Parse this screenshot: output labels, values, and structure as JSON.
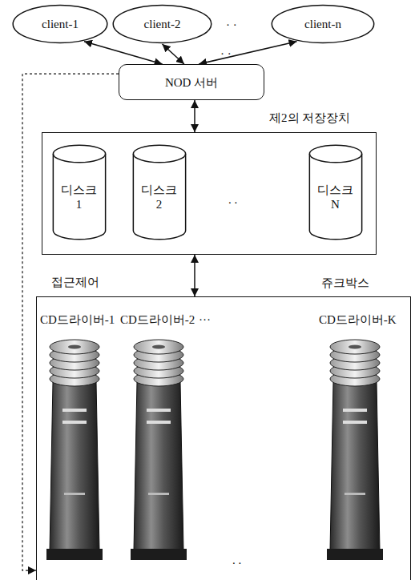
{
  "diagram": {
    "nodes": [
      {
        "text": [
          "client-1"
        ]
      },
      {
        "text": [
          "client-2"
        ]
      },
      {
        "text": [
          "client-n"
        ]
      },
      {
        "text": [
          "NOD 서버"
        ]
      },
      {
        "text": [
          "제2의 저장장치"
        ]
      },
      {
        "text": [
          "디스크 1"
        ],
        "in": 4
      },
      {
        "text": [
          "디스크 2"
        ],
        "in": 4
      },
      {
        "text": [
          "디스크 N"
        ],
        "in": 4
      },
      {
        "text": [
          "쥬크박스"
        ]
      }
    ],
    "edges": [
      {
        "from": 0,
        "to": 3,
        "arrow": "both"
      },
      {
        "from": 1,
        "to": 3,
        "arrow": "both"
      },
      {
        "from": 2,
        "to": 3,
        "arrow": "both"
      },
      {
        "from": 3,
        "to": 4,
        "arrow": "both"
      },
      {
        "from": 4,
        "to": 8,
        "arrow": "both"
      },
      {
        "from": 3,
        "to": 8,
        "label": "접근제어",
        "arrow": "to"
      }
    ],
    "labels": [
      "· ·",
      "· ·",
      ". .",
      "CD드라이버-1",
      "CD드라이버-2",
      "···",
      "CD드라이버-K",
      ". ."
    ]
  }
}
